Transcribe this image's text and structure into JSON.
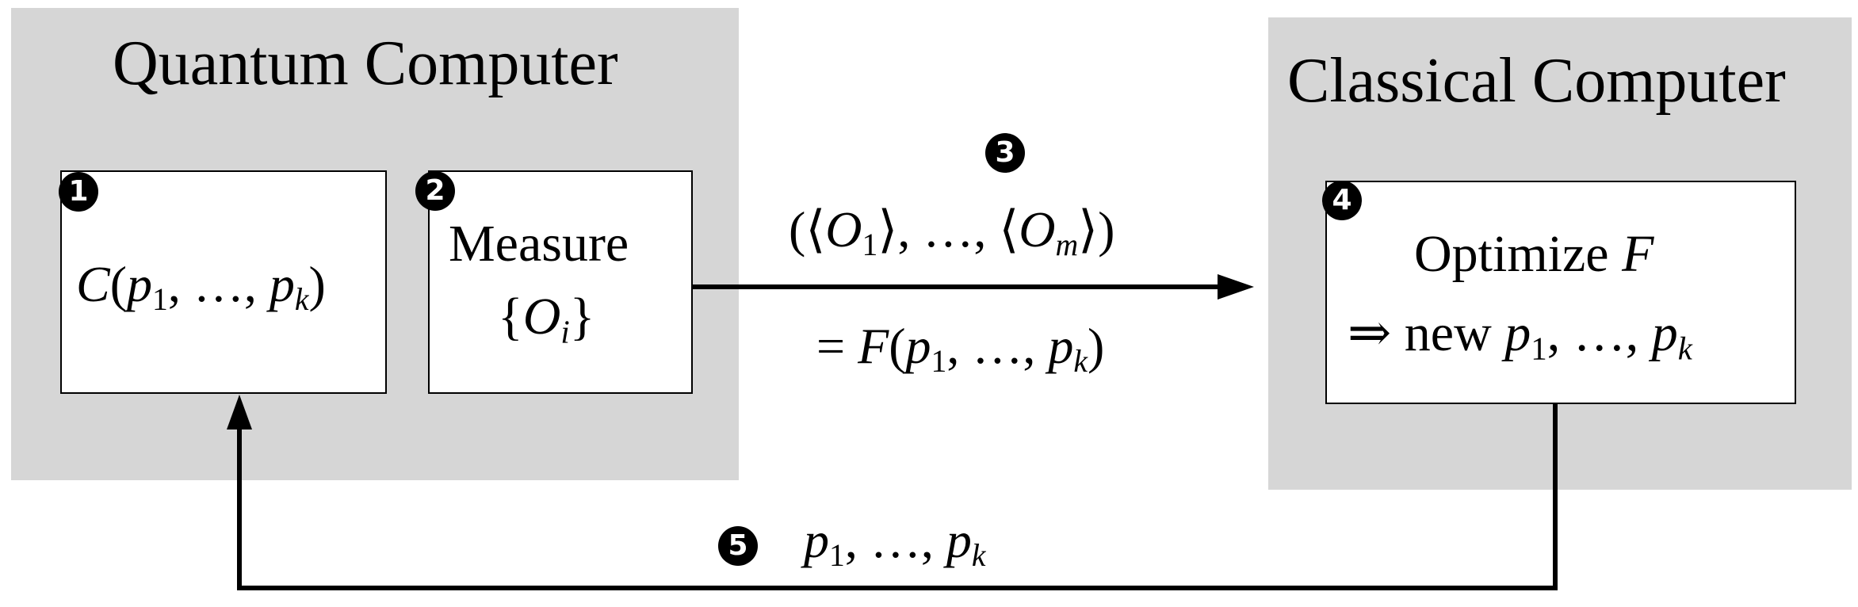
{
  "quantum_panel": {
    "title": "Quantum Computer"
  },
  "classical_panel": {
    "title": "Classical Computer"
  },
  "step1": {
    "badge": "1",
    "circuit": {
      "fn": "C",
      "p1": "p",
      "s1": "1",
      "sep": ", …, ",
      "pk": "p",
      "sk": "k"
    }
  },
  "step2": {
    "badge": "2",
    "line1": "Measure",
    "line2": {
      "open": "{",
      "O": "O",
      "sub": "i",
      "close": "}"
    }
  },
  "step3": {
    "badge": "3",
    "expectations": {
      "open": "(⟨",
      "O1": "O",
      "s1": "1",
      "mid": "⟩, …, ⟨",
      "Om": "O",
      "sm": "m",
      "close": "⟩)"
    },
    "equals": {
      "eq": "= ",
      "fn": "F",
      "p1": "p",
      "s1": "1",
      "sep": ", …, ",
      "pk": "p",
      "sk": "k"
    }
  },
  "step4": {
    "badge": "4",
    "line1": {
      "text": "Optimize ",
      "F": "F"
    },
    "line2": {
      "text": "⇒ new ",
      "p1": "p",
      "s1": "1",
      "sep": ", …, ",
      "pk": "p",
      "sk": "k"
    }
  },
  "step5": {
    "badge": "5",
    "params": {
      "p1": "p",
      "s1": "1",
      "sep": ", …, ",
      "pk": "p",
      "sk": "k"
    }
  }
}
